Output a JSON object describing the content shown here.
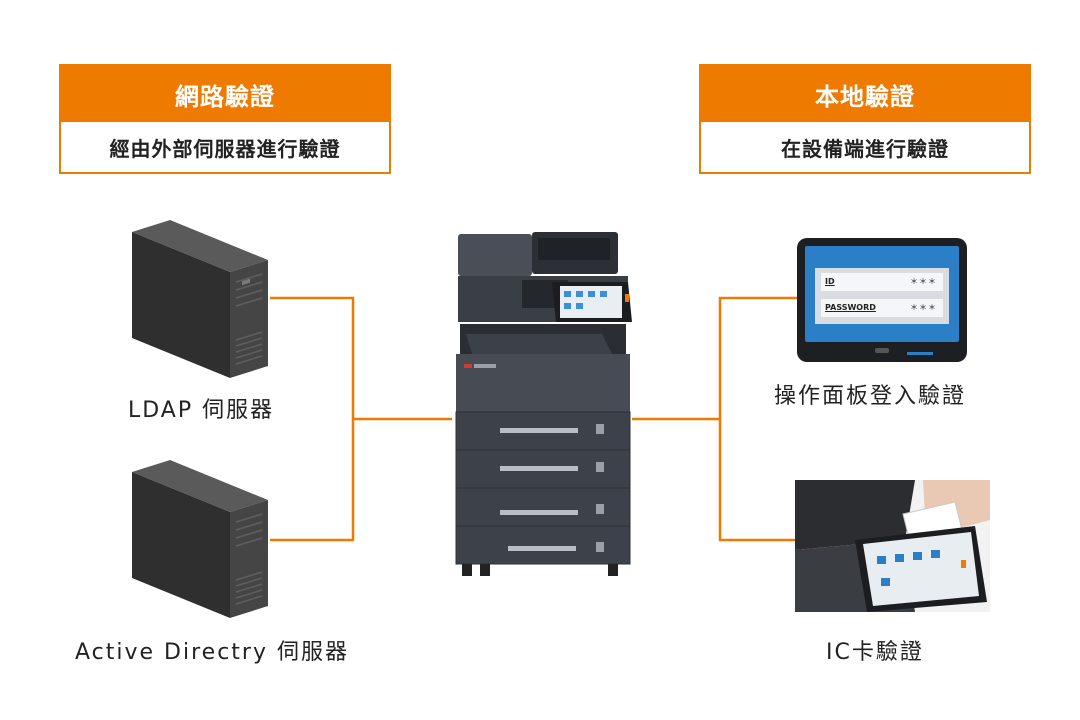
{
  "network_auth": {
    "title": "網路驗證",
    "subtitle": "經由外部伺服器進行驗證"
  },
  "local_auth": {
    "title": "本地驗證",
    "subtitle": "在設備端進行驗證"
  },
  "ldap_server": {
    "label": "LDAP 伺服器"
  },
  "ad_server": {
    "label": "Active Directry 伺服器"
  },
  "panel_login": {
    "label": "操作面板登入驗證",
    "id_label": "ID",
    "id_value": "＊＊＊",
    "password_label": "PASSWORD",
    "password_value": "＊＊＊"
  },
  "ic_card": {
    "label": "IC卡驗證"
  },
  "colors": {
    "accent": "#ee7a00",
    "device_body": "#3d4149",
    "server_body": "#3a3a3a"
  }
}
